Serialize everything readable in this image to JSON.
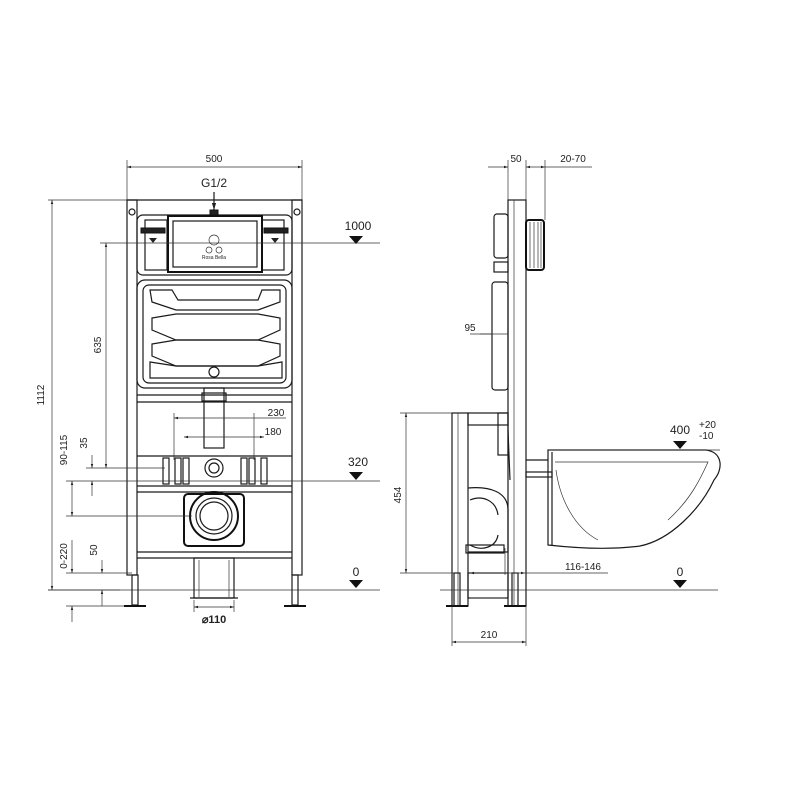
{
  "front_view": {
    "width_500": "500",
    "inlet_g12": "G1/2",
    "level_1000": "1000",
    "level_320": "320",
    "level_0": "0",
    "dim_1112": "1112",
    "dim_635": "635",
    "dim_230": "230",
    "dim_180": "180",
    "dim_35": "35",
    "dim_90_115": "90-115",
    "dim_0_220": "0-220",
    "dim_50": "50",
    "pipe_110": "⌀110",
    "plate_logo_text": "Rosa Bella"
  },
  "side_view": {
    "dim_50_top": "50",
    "dim_20_70": "20-70",
    "dim_95": "95",
    "dim_454": "454",
    "dim_116_146": "116-146",
    "dim_210": "210",
    "level_400": "400",
    "level_400_plus": "+20",
    "level_400_minus": "-10",
    "level_0": "0"
  }
}
